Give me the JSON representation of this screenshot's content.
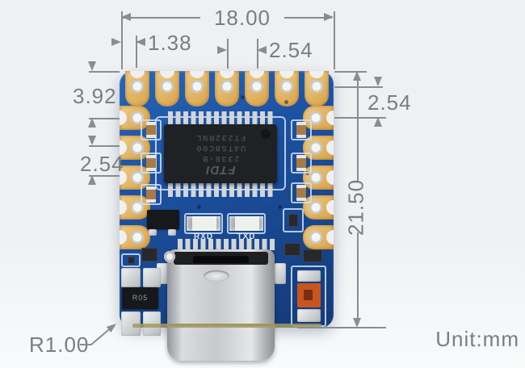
{
  "annotations": {
    "top_width": "18.00",
    "top_pad_inset": "1.38",
    "top_pad_pitch": "2.54",
    "left_first_row_offset": "3.92",
    "left_row_pitch": "2.54",
    "right_first_row_offset": "2.54",
    "board_height": "21.50",
    "corner_radius": "R1.00",
    "unit_note": "Unit:mm"
  },
  "pcb": {
    "chip_marking": [
      "FTDI",
      "2338-B",
      "U4TS8C00",
      "FT232RNL"
    ],
    "silkscreen": {
      "rxd_label": "RXD",
      "txd_label": "TXD"
    },
    "component_marking": "R05"
  },
  "colors": {
    "bg": "#eef0f2",
    "ann": "#8a8c8f",
    "annText": "#7b7d80",
    "boardBlue": "#1c50a0",
    "boardBlueDark": "#143a78",
    "padGold": "#d8a24b",
    "padGoldLight": "#efcc85",
    "holeWhite": "#f5f5f2",
    "chipBlack": "#202125",
    "chipText": "#595a60",
    "pinSilver": "#d3d6d9",
    "usbSilver": "#c7cacd",
    "ledLabel": "#dbe8f8",
    "orange": "#c8551d"
  }
}
